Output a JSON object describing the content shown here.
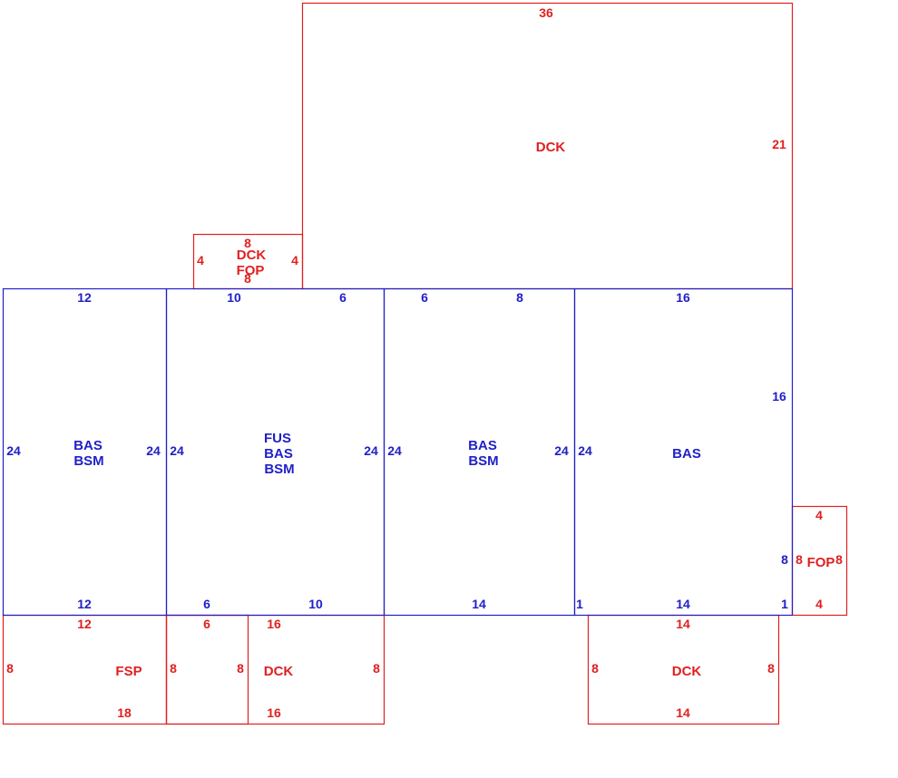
{
  "colors": {
    "living": "#2020c8",
    "exterior": "#e02020",
    "background": "#ffffff"
  },
  "areas": [
    {
      "id": "dck-top",
      "kind": "exterior",
      "lines": [
        "DCK"
      ],
      "dims": [
        "36",
        "21"
      ]
    },
    {
      "id": "dck-fop-small",
      "kind": "exterior",
      "lines": [
        "DCK",
        "FOP"
      ],
      "dims": [
        "8",
        "4",
        "4",
        "8"
      ]
    },
    {
      "id": "bas-bsm-left",
      "kind": "living",
      "lines": [
        "BAS",
        "BSM"
      ],
      "dims": [
        "12",
        "24",
        "24",
        "12"
      ]
    },
    {
      "id": "fus-bas-bsm",
      "kind": "living",
      "lines": [
        "FUS",
        "BAS",
        "BSM"
      ],
      "dims": [
        "10",
        "6",
        "24",
        "24",
        "6",
        "10"
      ]
    },
    {
      "id": "bas-bsm-mid",
      "kind": "living",
      "lines": [
        "BAS",
        "BSM"
      ],
      "dims": [
        "6",
        "8",
        "24",
        "24",
        "14"
      ]
    },
    {
      "id": "bas-right",
      "kind": "living",
      "lines": [
        "BAS"
      ],
      "dims": [
        "16",
        "16",
        "24",
        "8",
        "1",
        "14",
        "1"
      ]
    },
    {
      "id": "fop-right",
      "kind": "exterior",
      "lines": [
        "FOP"
      ],
      "dims": [
        "4",
        "8",
        "8",
        "4"
      ]
    },
    {
      "id": "fsp",
      "kind": "exterior",
      "lines": [
        "FSP"
      ],
      "dims": [
        "12",
        "8",
        "18"
      ]
    },
    {
      "id": "dck-bottom-left",
      "kind": "exterior",
      "lines": [
        "DCK"
      ],
      "dims": [
        "6",
        "16",
        "8",
        "8",
        "8",
        "16"
      ]
    },
    {
      "id": "dck-bottom-right",
      "kind": "exterior",
      "lines": [
        "DCK"
      ],
      "dims": [
        "14",
        "8",
        "8",
        "14"
      ]
    }
  ]
}
